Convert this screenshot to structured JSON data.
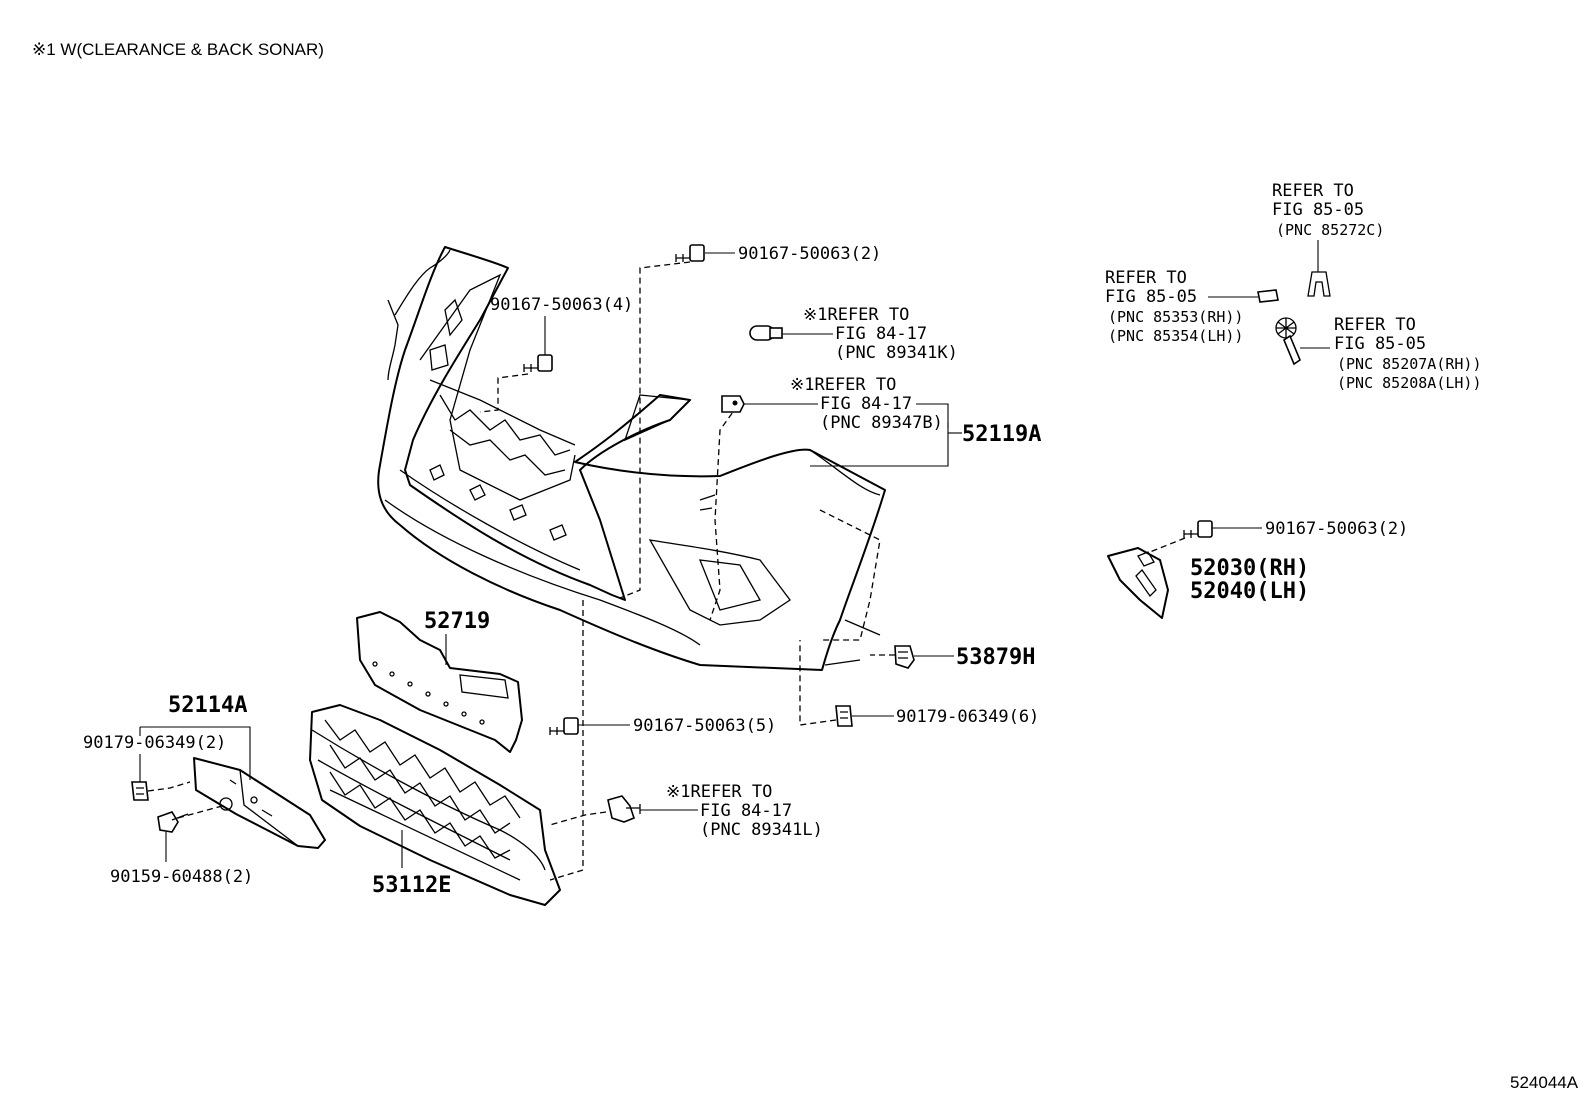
{
  "header_note": "※1 W(CLEARANCE & BACK SONAR)",
  "figure_code": "524044A",
  "labels": {
    "bolt_top": "90167-50063(2)",
    "bolt_bracket": "90167-50063(4)",
    "ref_sensor_1": {
      "line1": "※1REFER TO",
      "line2": "FIG 84-17",
      "line3": "(PNC 89341K)"
    },
    "ref_sensor_2": {
      "line1": "※1REFER TO",
      "line2": "FIG 84-17",
      "line3": "(PNC 89347B)"
    },
    "bumper_cover": "52119A",
    "ref_lamp_a": {
      "line1": "REFER TO",
      "line2": "FIG 85-05",
      "line3": "(PNC 85272C)"
    },
    "ref_lamp_b": {
      "line1": "REFER TO",
      "line2": "FIG 85-05",
      "line3": "(PNC 85353(RH))",
      "line4": "(PNC 85354(LH))"
    },
    "ref_lamp_c": {
      "line1": "REFER TO",
      "line2": "FIG 85-05",
      "line3": "(PNC 85207A(RH))",
      "line4": "(PNC 85208A(LH))"
    },
    "bolt_side": "90167-50063(2)",
    "garnish_rh": "52030(RH)",
    "garnish_lh": "52040(LH)",
    "clip_53879": "53879H",
    "nut_right": "90179-06349(6)",
    "retainer": "52719",
    "bolt_lower": "90167-50063(5)",
    "license_bracket": "52114A",
    "nut_left": "90179-06349(2)",
    "bolt_license": "90159-60488(2)",
    "ref_sensor_3": {
      "line1": "※1REFER TO",
      "line2": "FIG 84-17",
      "line3": "(PNC 89341L)"
    },
    "grille": "53112E"
  }
}
